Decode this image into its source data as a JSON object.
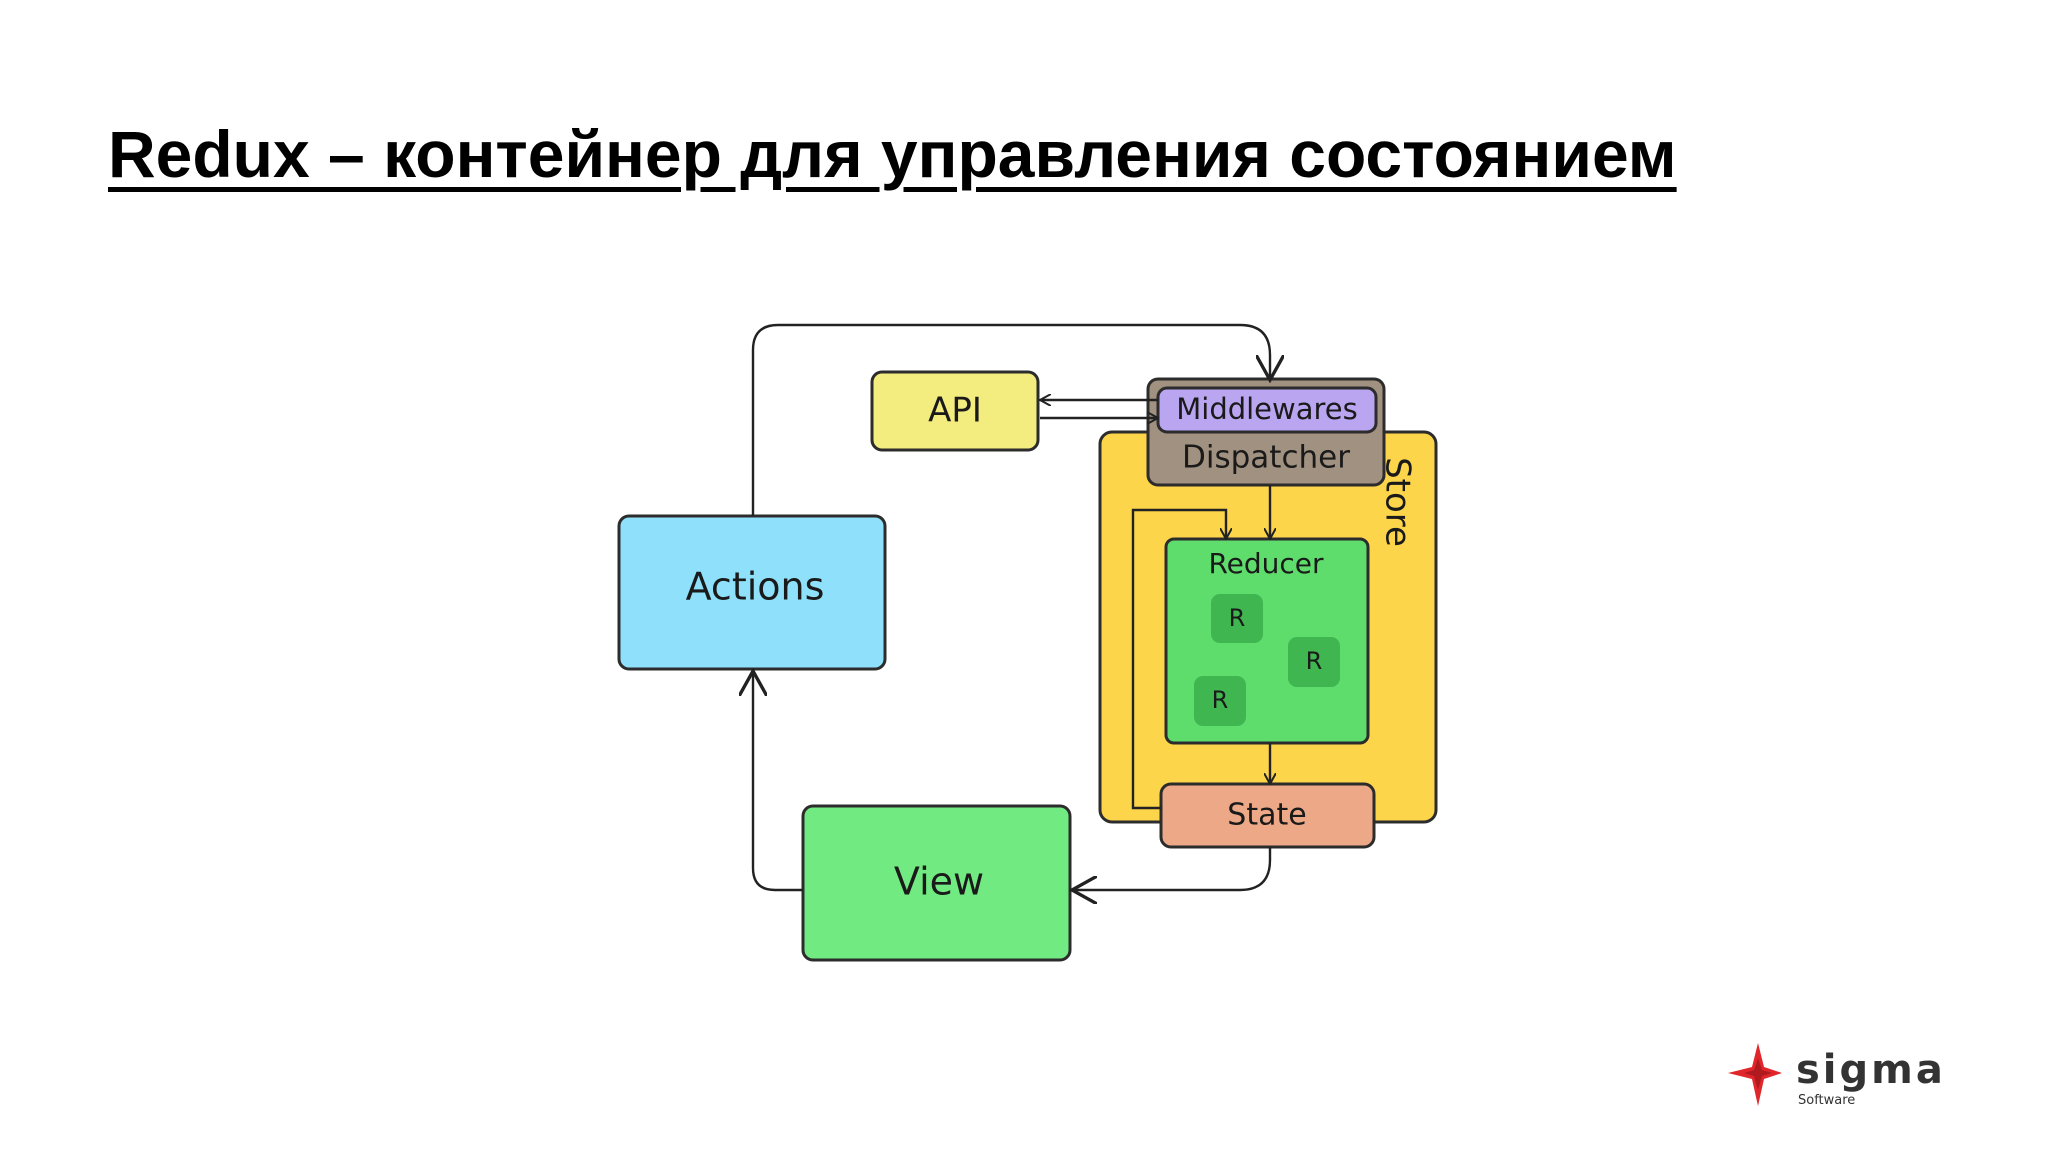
{
  "slide": {
    "title": "Redux – контейнер для управления состоянием"
  },
  "diagram": {
    "actions": "Actions",
    "api": "API",
    "middlewares": "Middlewares",
    "dispatcher": "Dispatcher",
    "store": "Store",
    "reducer": "Reducer",
    "reducer_items": [
      "R",
      "R",
      "R"
    ],
    "state": "State",
    "view": "View"
  },
  "logo": {
    "name": "SIGMA",
    "sub": "Software"
  },
  "colors": {
    "actions": "#8fe0fb",
    "api": "#f3ec7e",
    "middlewares": "#b9a5f0",
    "dispatcher": "#a19180",
    "store": "#fdd54b",
    "reducer": "#5edc6c",
    "reducer_item": "#3fb64f",
    "state": "#eda888",
    "view": "#72ea82",
    "logo_red": "#e0262b"
  }
}
